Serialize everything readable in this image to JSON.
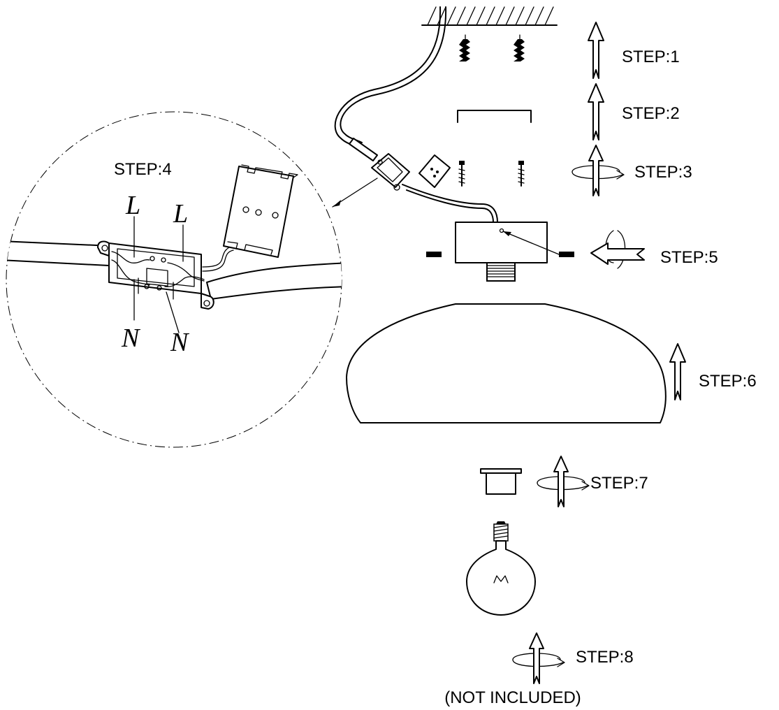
{
  "steps": {
    "s1": "STEP:1",
    "s2": "STEP:2",
    "s3": "STEP:3",
    "s4": "STEP:4",
    "s5": "STEP:5",
    "s6": "STEP:6",
    "s7": "STEP:7",
    "s8": "STEP:8"
  },
  "wires": {
    "live_left": "L",
    "live_right": "L",
    "neutral_left": "N",
    "neutral_right": "N"
  },
  "notes": {
    "bulb_note": "(NOT INCLUDED)"
  }
}
